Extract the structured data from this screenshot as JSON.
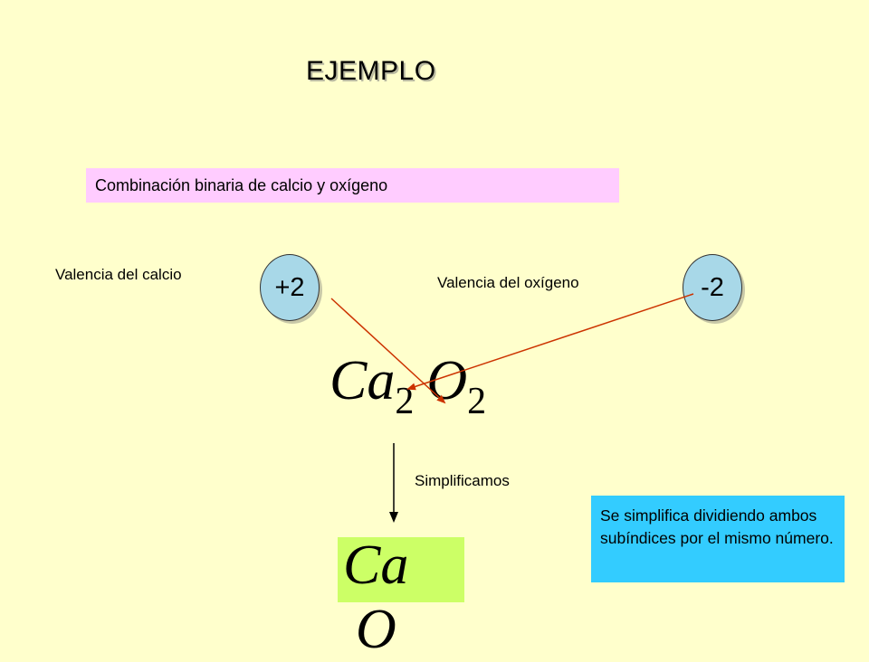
{
  "title": "EJEMPLO",
  "combination_label": "Combinación binaria de calcio y oxígeno",
  "calcium": {
    "label": "Valencia del calcio",
    "valence": "+2"
  },
  "oxygen": {
    "label": "Valencia del oxígeno",
    "valence": "-2"
  },
  "formula": {
    "element1": "Ca",
    "sub1": "2",
    "element2": "O",
    "sub2": "2"
  },
  "step_label": "Simplificamos",
  "result": {
    "element1": "Ca",
    "element2": "O"
  },
  "note": "Se simplifica dividiendo ambos subíndices por el mismo número.",
  "colors": {
    "background": "#FFFFCC",
    "combo_box": "#FFCCFF",
    "circle": "#A8D8E8",
    "result_box": "#CCFF66",
    "note_box": "#33CCFF",
    "cross_arrow": "#CC3300"
  }
}
